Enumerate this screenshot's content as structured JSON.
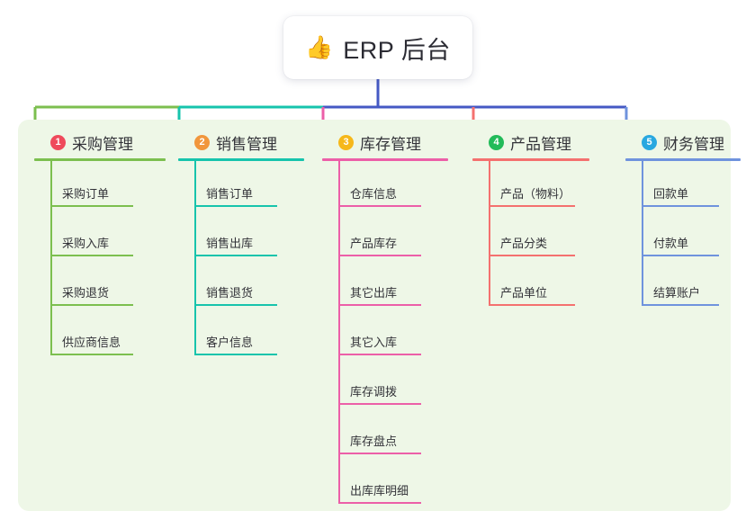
{
  "root": {
    "emoji": "👍",
    "emoji_name": "thumbs-up-icon",
    "label": "ERP 后台"
  },
  "colors": {
    "panel_background": "#eef7e7",
    "root_background": "#ffffff",
    "trunk": "#4559c4",
    "text": "#333339"
  },
  "branches": [
    {
      "number": "1",
      "title": "采购管理",
      "badge_color": "#ef4a5c",
      "line_color": "#7cbf4f",
      "items": [
        "采购订单",
        "采购入库",
        "采购退货",
        "供应商信息"
      ]
    },
    {
      "number": "2",
      "title": "销售管理",
      "badge_color": "#f1963c",
      "line_color": "#17c4ac",
      "items": [
        "销售订单",
        "销售出库",
        "销售退货",
        "客户信息"
      ]
    },
    {
      "number": "3",
      "title": "库存管理",
      "badge_color": "#f6b81a",
      "line_color": "#ec5fa8",
      "items": [
        "仓库信息",
        "产品库存",
        "其它出库",
        "其它入库",
        "库存调拨",
        "库存盘点",
        "出库库明细"
      ]
    },
    {
      "number": "4",
      "title": "产品管理",
      "badge_color": "#22bb59",
      "line_color": "#f4716f",
      "items": [
        "产品（物料）",
        "产品分类",
        "产品单位"
      ]
    },
    {
      "number": "5",
      "title": "财务管理",
      "badge_color": "#29a8e0",
      "line_color": "#6f93dd",
      "items": [
        "回款单",
        "付款单",
        "结算账户"
      ]
    }
  ]
}
